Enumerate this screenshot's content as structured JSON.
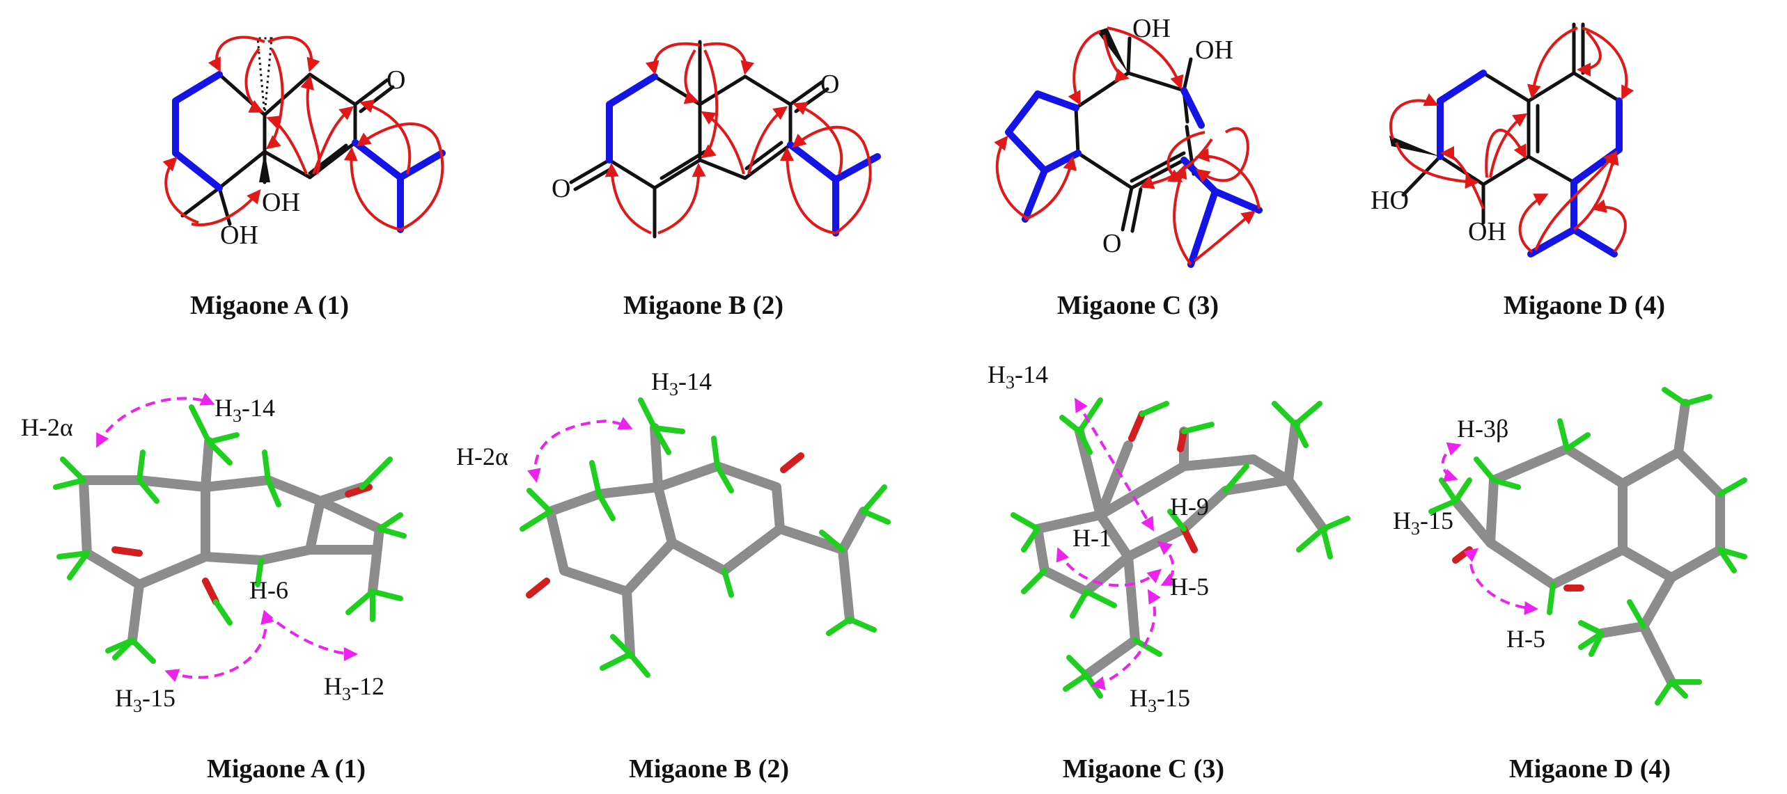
{
  "compounds": [
    {
      "caption": "Migaone A (1)"
    },
    {
      "caption": "Migaone B (2)"
    },
    {
      "caption": "Migaone C (3)"
    },
    {
      "caption": "Migaone D (4)"
    }
  ],
  "atoms": {
    "oxygen": "O",
    "hydroxyl": "OH",
    "hydroxyl_left": "HO"
  },
  "noe": {
    "A": [
      "H-2α",
      "H3-14",
      "H-6",
      "H3-15",
      "H3-12"
    ],
    "B": [
      "H-2α",
      "H3-14"
    ],
    "C": [
      "H3-14",
      "H-9",
      "H-1",
      "H-5",
      "H3-15"
    ],
    "D": [
      "H-3β",
      "H3-15",
      "H-5"
    ]
  },
  "colors": {
    "hmbc_arrow": "#e11818",
    "cosy_bond": "#1414e6",
    "noesy_arrow": "#ee22ee",
    "carbon": "#8c8c8c",
    "hydrogen": "#1fcf1f",
    "oxygen_atom": "#d21e1e"
  }
}
